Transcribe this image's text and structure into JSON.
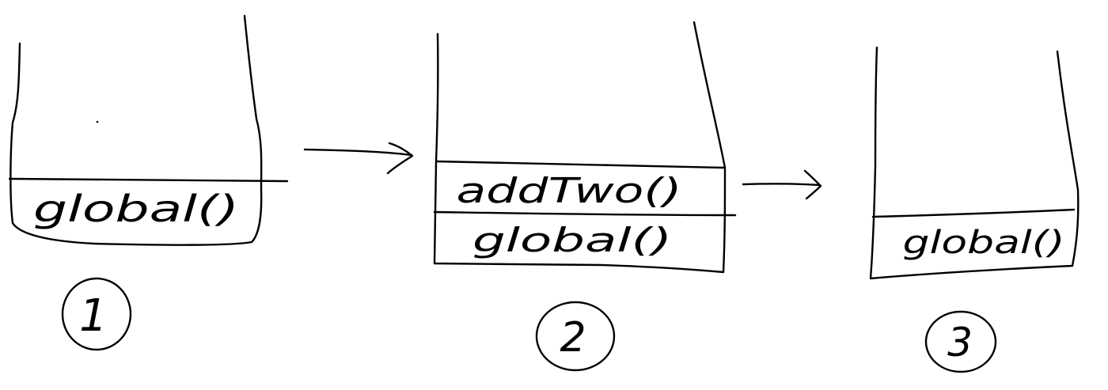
{
  "stacks": [
    {
      "number": "1",
      "frames": [
        "global()"
      ]
    },
    {
      "number": "2",
      "frames": [
        "addTwo()",
        "global()"
      ]
    },
    {
      "number": "3",
      "frames": [
        "global()"
      ]
    }
  ],
  "colors": {
    "ink": "#000000",
    "background": "#ffffff"
  }
}
